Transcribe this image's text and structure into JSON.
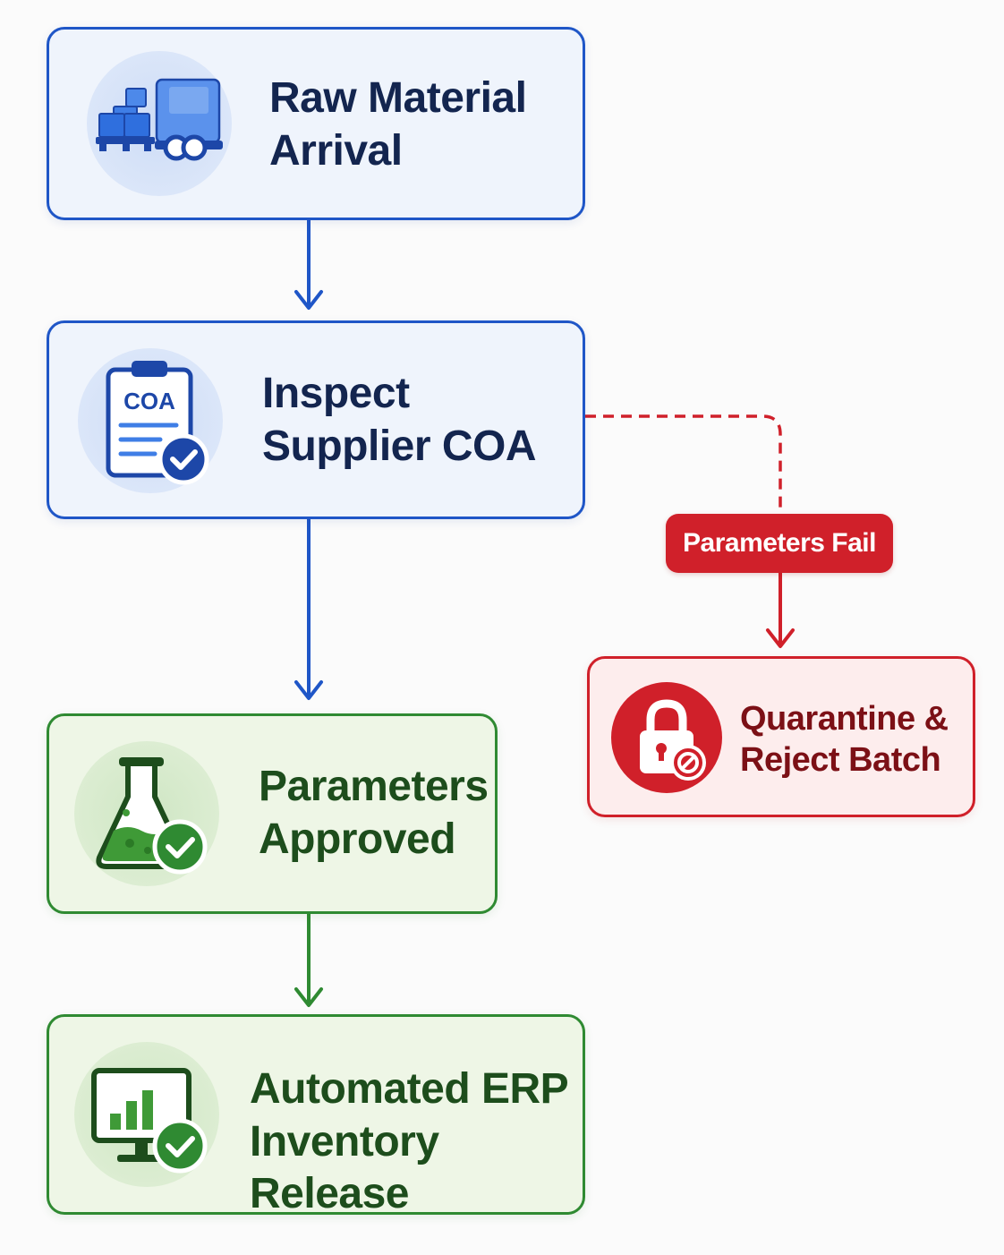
{
  "diagram": {
    "nodes": [
      {
        "id": "arrival",
        "lines": [
          "Raw Material",
          "Arrival"
        ],
        "icon": "truck-icon",
        "color": "#1f56c7"
      },
      {
        "id": "inspect",
        "lines": [
          "Inspect",
          "Supplier COA"
        ],
        "icon": "coa-clipboard-icon",
        "icon_text": "COA",
        "color": "#1f56c7"
      },
      {
        "id": "approved",
        "lines": [
          "Parameters",
          "Approved"
        ],
        "icon": "flask-check-icon",
        "color": "#2f8a32"
      },
      {
        "id": "release",
        "lines": [
          "Automated ERP",
          "Inventory Release"
        ],
        "icon": "monitor-chart-check-icon",
        "color": "#2f8a32"
      },
      {
        "id": "quarantine",
        "lines": [
          "Quarantine &",
          "Reject Batch"
        ],
        "icon": "lock-block-icon",
        "color": "#d0202a"
      }
    ],
    "edges": [
      {
        "from": "arrival",
        "to": "inspect",
        "style": "solid",
        "color": "#1f56c7"
      },
      {
        "from": "inspect",
        "to": "approved",
        "style": "solid",
        "color": "#1f56c7"
      },
      {
        "from": "approved",
        "to": "release",
        "style": "solid",
        "color": "#2f8a32"
      },
      {
        "from": "inspect",
        "to": "quarantine",
        "style": "dashed",
        "color": "#d0202a",
        "label": "Parameters Fail"
      }
    ]
  }
}
